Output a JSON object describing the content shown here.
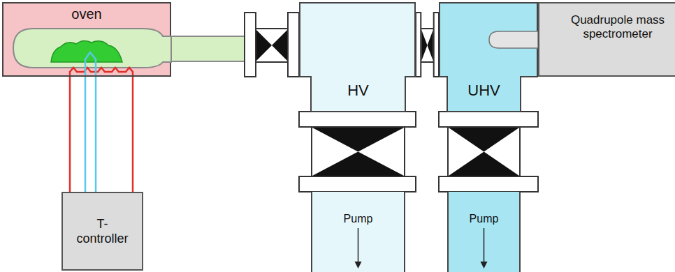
{
  "diagram": {
    "nodes": [
      {
        "text": [
          "oven"
        ]
      },
      {
        "text": [
          "HV"
        ]
      },
      {
        "text": [
          "UHV"
        ]
      },
      {
        "text": [
          "Quadrupole mass spectrometer"
        ]
      },
      {
        "text": [
          "T-controller"
        ]
      },
      {
        "text": [
          "Pump"
        ]
      },
      {
        "text": [
          "Pump"
        ]
      }
    ],
    "edges": [
      {
        "from": 0,
        "to": 1,
        "arrow": "none"
      },
      {
        "from": 1,
        "to": 2,
        "arrow": "none"
      },
      {
        "from": 4,
        "to": 0,
        "arrow": "none"
      },
      {
        "from": 1,
        "to": 5,
        "arrow": "none"
      },
      {
        "from": 2,
        "to": 6,
        "arrow": "none"
      }
    ]
  }
}
